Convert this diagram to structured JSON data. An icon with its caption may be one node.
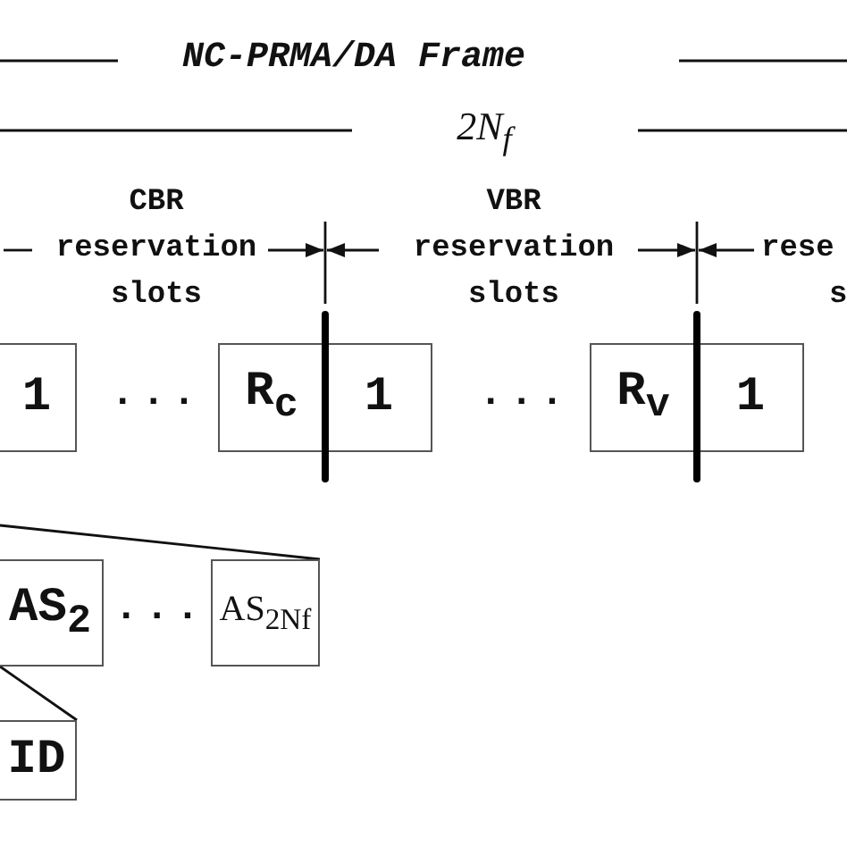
{
  "diagram": {
    "title": "NC-PRMA/DA Frame",
    "nodes": [
      {
        "text": [
          "1"
        ]
      },
      {
        "text": [
          "R$_{c}$"
        ]
      },
      {
        "text": [
          "1"
        ]
      },
      {
        "text": [
          "R$_{v}$"
        ]
      },
      {
        "text": [
          "1"
        ]
      },
      {
        "text": [
          "AS$_{2}$"
        ]
      },
      {
        "text": [
          "AS$_{2Nf}$"
        ]
      },
      {
        "text": [
          "ID"
        ]
      }
    ],
    "edges": [
      {
        "from": null,
        "to": 6,
        "arrow": "none"
      },
      {
        "from": 5,
        "to": 7,
        "arrow": "none"
      }
    ],
    "labels": [
      "2N$_{f}$",
      "CBR reservation slots",
      "VBR reservation slots",
      "rese",
      "s",
      "...",
      "...",
      "..."
    ]
  }
}
